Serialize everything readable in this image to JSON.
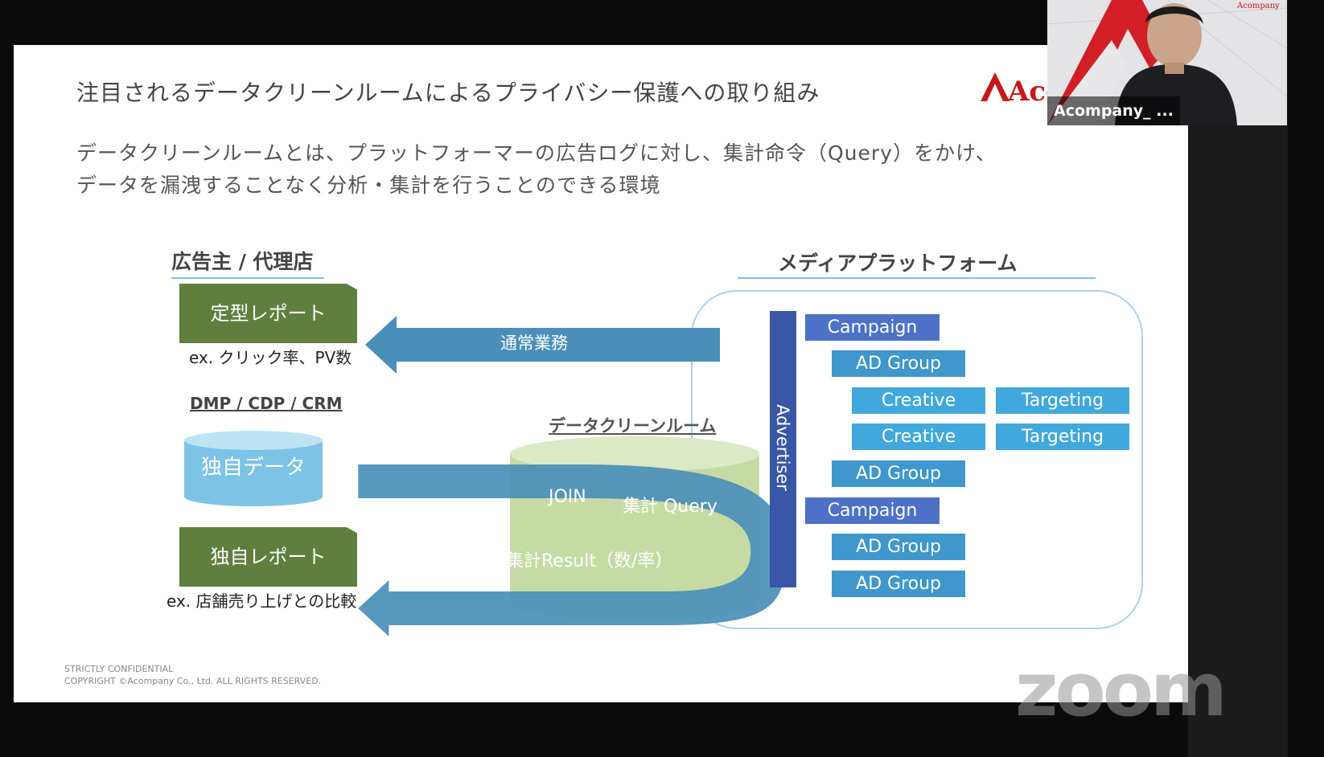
{
  "slide": {
    "title": "注目されるデータクリーンルームによるプライバシー保護への取り組み",
    "subtitle_line1": "データクリーンルームとは、プラットフォーマーの広告ログに対し、集計命令（Query）をかけ、",
    "subtitle_line2": "データを漏洩することなく分析・集計を行うことのできる環境",
    "left_header": "広告主 / 代理店",
    "right_header": "メディアプラットフォーム",
    "report_standard": "定型レポート",
    "report_standard_caption": "ex. クリック率、PV数",
    "dmp_label": "DMP / CDP / CRM",
    "own_data": "独自データ",
    "report_own": "独自レポート",
    "report_own_caption": "ex. 店舗売り上げとの比較",
    "normal_ops": "通常業務",
    "cleanroom_label": "データクリーンルーム",
    "join_label": "JOIN",
    "query_label": "集計 Query",
    "result_label": "集計Result（数/率）",
    "advertiser_label": "Advertiser",
    "tree": {
      "campaign": "Campaign",
      "ad_group": "AD Group",
      "creative": "Creative",
      "targeting": "Targeting"
    },
    "footer_line1": "STRICTLY CONFIDENTIAL",
    "footer_line2": "COPYRIGHT ©Acompany Co., Ltd. ALL RIGHTS RESERVED.",
    "logo_text": "Aco"
  },
  "video": {
    "participant_name": "Acompany_ ...",
    "corner_logo": "Acompany",
    "watermark": "zoom"
  },
  "colors": {
    "green": "#5f7f3e",
    "arrow_blue": "#4a8fba",
    "cylinder_green": "#c6dba4",
    "cylinder_blue": "#7cc3e6",
    "campaign": "#4c71c7",
    "ad_group": "#3f97cb",
    "creative": "#41a8dd",
    "advertiser_bar": "#3957a6"
  }
}
